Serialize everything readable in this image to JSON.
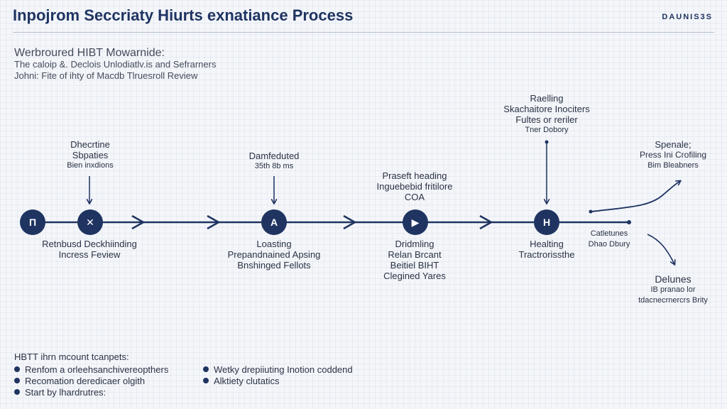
{
  "header": {
    "title": "Inpojrom Seccriaty Hiurts exnatiance Process",
    "brand": "DAUNIS3S"
  },
  "intro": {
    "heading": "Werbroured HIBT Mowarnide:",
    "lines": [
      "The caloip &. Declois Unlodiatlv.is and Sefrarners",
      "Johni: Fite of ihty of Macdb Tlruesroll Review"
    ]
  },
  "nodes": [
    {
      "icon": "Π",
      "icon_name": "gate-icon"
    },
    {
      "icon": "✕",
      "icon_name": "cross-icon"
    },
    {
      "icon": "A",
      "icon_name": "letter-a-icon"
    },
    {
      "icon": "▶",
      "icon_name": "play-icon"
    },
    {
      "icon": "H",
      "icon_name": "letter-h-icon"
    }
  ],
  "upper_labels": [
    {
      "lines": [
        "Dhecrtine",
        "Sbpaties"
      ],
      "sub": "Bien inxdions"
    },
    {
      "lines": [
        "Damfeduted"
      ],
      "sub": "35th 8b ms"
    },
    {
      "lines": [
        "Praseft heading",
        "Inguebebid fritilore",
        "COA"
      ],
      "sub": ""
    },
    {
      "lines": [
        "Raelling",
        "Skachaitore Inociters",
        "Fultes or reriler"
      ],
      "sub": "Tner Dobory"
    },
    {
      "lines": [
        "Spenale;",
        "Press Ini Crofiling"
      ],
      "sub": "Bim Bleabners"
    }
  ],
  "lower_labels": [
    {
      "lines": [
        "Retnbusd Deckhiinding",
        "Incress Feview"
      ]
    },
    {
      "lines": [
        "Loasting",
        "Prepandnained Apsing",
        "Bnshinged Fellots"
      ]
    },
    {
      "lines": [
        "Dridmling",
        "Relan Brcant",
        "Beitiel BIHT",
        "Clegined Yares"
      ]
    },
    {
      "lines": [
        "Healting",
        "Tractrorissthe"
      ]
    }
  ],
  "branch": {
    "label": "Catletunes",
    "sub": "Dhao Dbury",
    "end_title": "Delunes",
    "end_lines": [
      "IB pranao lor",
      "tdacnecrnercrs Brity"
    ]
  },
  "notes": {
    "heading": "HBTT ihrn mcount tcanpets:",
    "left": [
      "Renfom a orleehsanchivereopthers",
      "Recomation deredicaer olgith",
      "Start by lhardrutres:"
    ],
    "right": [
      "Wetky drepiiuting Inotion coddend",
      "Alktiety clutatics"
    ]
  },
  "colors": {
    "accent": "#1f3461",
    "text": "#2b3244",
    "background": "#f4f6fa"
  }
}
